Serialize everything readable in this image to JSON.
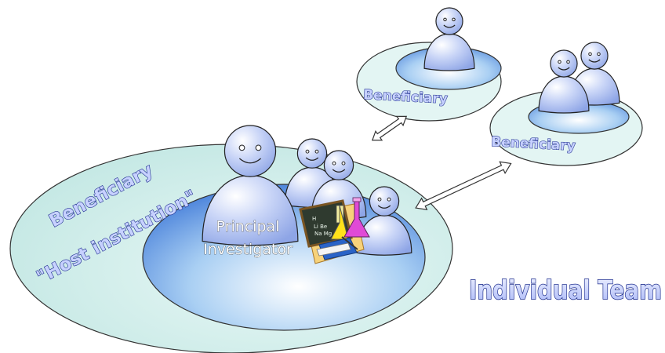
{
  "labels": {
    "beneficiary_top": "Beneficiary",
    "beneficiary_right": "Beneficiary",
    "beneficiary_host": "Beneficiary",
    "host_institution": "\"Host institution\"",
    "pi_line1": "Principal",
    "pi_line2": "Investigator",
    "title": "Individual Team"
  },
  "colors": {
    "outer_fill": "#c8ece8",
    "inner_fill": "#9fc6f2",
    "person_fill": "#b8c8f4",
    "person_stroke": "#222222",
    "wordart_fill": "#c7d1ff",
    "wordart_stroke": "#1f2f8f",
    "title_fill": "#c7d1ff"
  },
  "icons": [
    "person-icon",
    "science-clipart-icon",
    "double-arrow-icon"
  ]
}
